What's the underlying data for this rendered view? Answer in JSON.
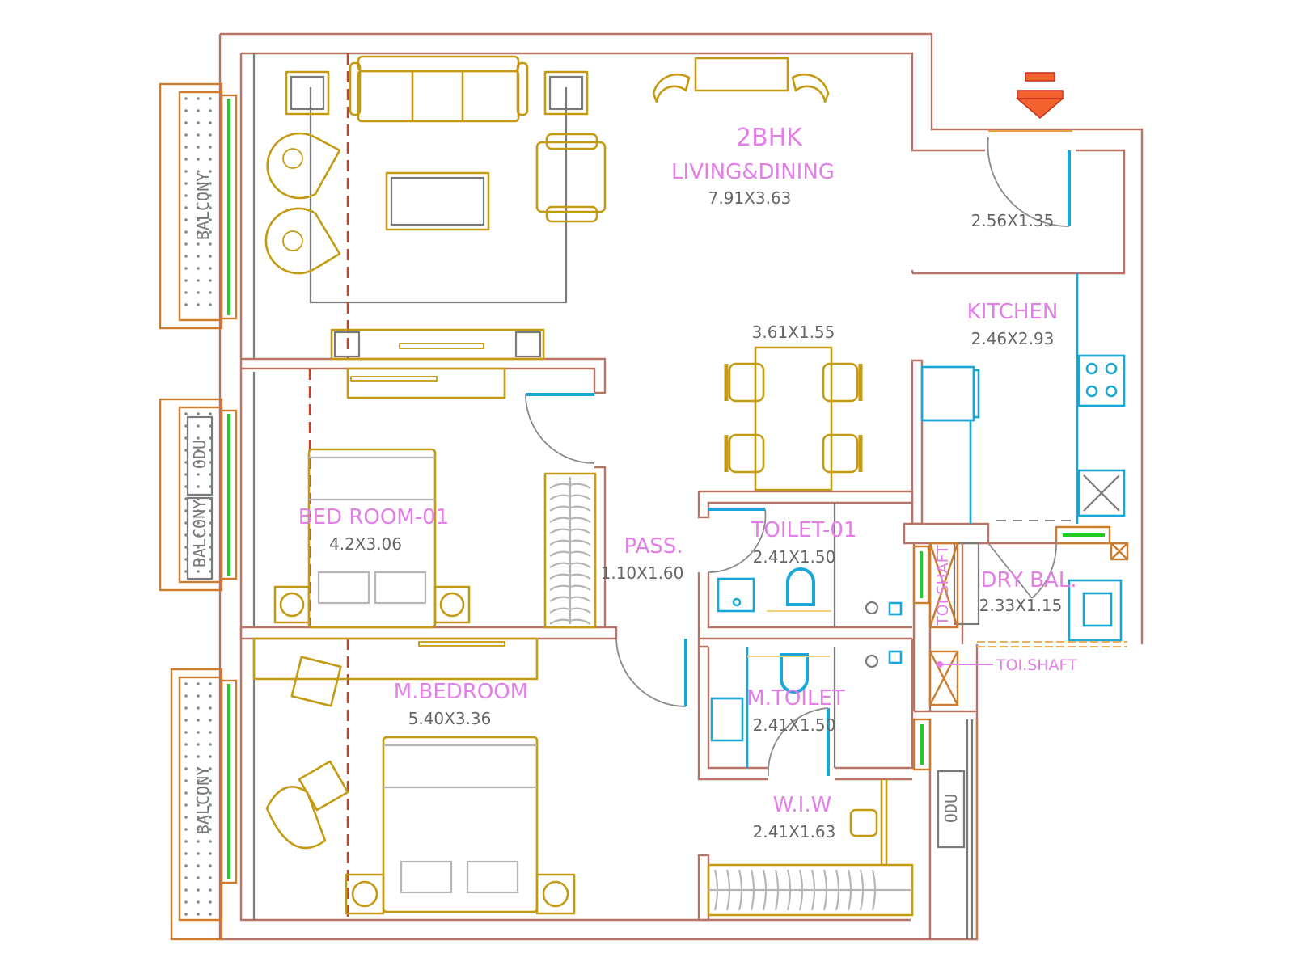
{
  "plan": {
    "title": "2BHK",
    "rooms": {
      "living": {
        "name": "LIVING&DINING",
        "dims": "7.91X3.63"
      },
      "foyer": {
        "name": "",
        "dims": "2.56X1.35"
      },
      "dining": {
        "name": "",
        "dims": "3.61X1.55"
      },
      "kitchen": {
        "name": "KITCHEN",
        "dims": "2.46X2.93"
      },
      "bedroom1": {
        "name": "BED ROOM-01",
        "dims": "4.2X3.06"
      },
      "passage": {
        "name": "PASS.",
        "dims": "1.10X1.60"
      },
      "toilet1": {
        "name": "TOILET-01",
        "dims": "2.41X1.50"
      },
      "dry_balcony": {
        "name": "DRY BAL.",
        "dims": "2.33X1.15"
      },
      "master_bedroom": {
        "name": "M.BEDROOM",
        "dims": "5.40X3.36"
      },
      "master_toilet": {
        "name": "M.TOILET",
        "dims": "2.41X1.50"
      },
      "walk_in_wardrobe": {
        "name": "W.I.W",
        "dims": "2.41X1.63"
      }
    },
    "balconies": {
      "top": "BALCONY",
      "middle": "BALCONY",
      "middle_odu": "ODU",
      "bottom": "BALCONY"
    },
    "shafts": {
      "vertical": "TOI.SHAFT",
      "callout": "TOI.SHAFT",
      "odu": "ODU"
    },
    "entry_icon": "entry-arrow-icon",
    "colors": {
      "walls": "#b87466",
      "furniture": "#c49a12",
      "fixtures": "#1aa6d6",
      "glazing": "#22cc22",
      "room_label": "#e27ee6",
      "dimension_label": "#666666",
      "entry_marker": "#f2622e"
    }
  }
}
